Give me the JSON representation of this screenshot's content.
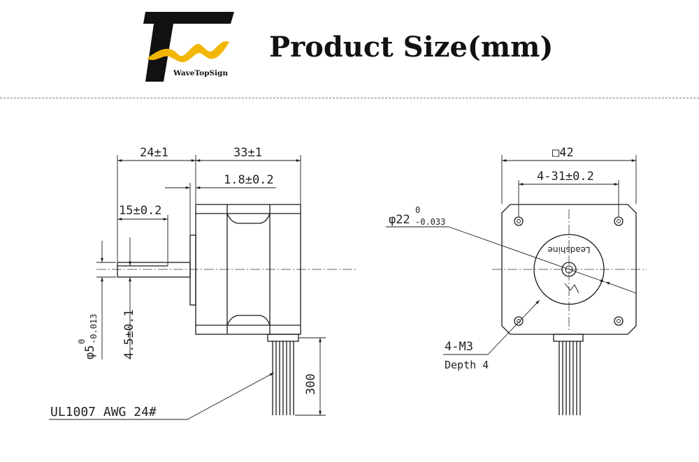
{
  "header": {
    "brand": "WaveTopSign",
    "title": "Product Size(mm)"
  },
  "side_view": {
    "dim_total_shaft": "24±1",
    "dim_body_length": "33±1",
    "dim_flange": "1.8±0.2",
    "dim_flat": "15±0.2",
    "dim_shaft_dia_main": "φ5",
    "dim_shaft_dia_upper": "0",
    "dim_shaft_dia_lower": "-0.013",
    "dim_flat_depth": "4.5±0.1",
    "dim_wire_length": "300",
    "wire_label": "UL1007 AWG 24#"
  },
  "front_view": {
    "dim_square": "□42",
    "dim_hole_spacing": "4-31±0.2",
    "dim_boss_main": "φ22",
    "dim_boss_upper": "0",
    "dim_boss_lower": "-0.033",
    "screw_label": "4-M3",
    "screw_depth": "Depth 4",
    "boss_text": "Leadshine"
  },
  "colors": {
    "logo_black": "#111111",
    "logo_gold": "#f2b705",
    "ink": "#1a1a1a"
  }
}
